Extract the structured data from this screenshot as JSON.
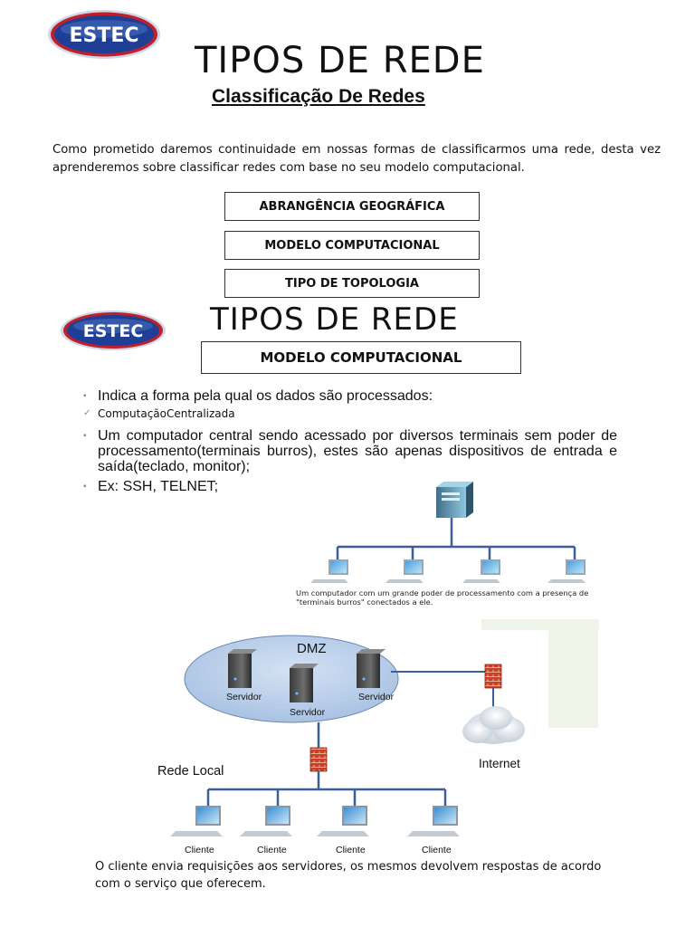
{
  "logo": {
    "text": "ESTEC"
  },
  "section1": {
    "title": "TIPOS DE REDE",
    "subtitle": "Classificação De Redes",
    "intro": "Como prometido daremos continuidade em nossas formas de classificarmos uma rede, desta vez aprenderemos sobre classificar redes com base no seu modelo computacional.",
    "boxes": [
      "ABRANGÊNCIA GEOGRÁFICA",
      "MODELO COMPUTACIONAL",
      "TIPO DE TOPOLOGIA"
    ]
  },
  "section2": {
    "title": "TIPOS DE REDE",
    "box": "MODELO COMPUTACIONAL",
    "bullets": [
      "Indica a forma pela qual os dados são processados:",
      "ComputaçãoCentralizada",
      " Um computador central sendo acessado por diversos  terminais sem poder de processamento(terminais burros),   estes são apenas dispositivos de entrada e saída(teclado, monitor);",
      " Ex: SSH, TELNET;"
    ]
  },
  "diagram1": {
    "caption": "Um computador com um grande poder de processamento com a presença de \"terminais burros\" conectados  a ele."
  },
  "diagram2": {
    "dmz_label": "DMZ",
    "server_label": "Servidor",
    "internet_label": "Internet",
    "lan_label": "Rede Local",
    "client_label": "Cliente"
  },
  "bottom_text": "O cliente envia requisições aos servidores, os mesmos devolvem respostas de acordo com o serviço que oferecem.",
  "colors": {
    "logo_blue": "#1f3f96",
    "logo_red": "#c0202a",
    "line_blue": "#3c5f9a",
    "dmz_fill": "#b7cbe6"
  }
}
